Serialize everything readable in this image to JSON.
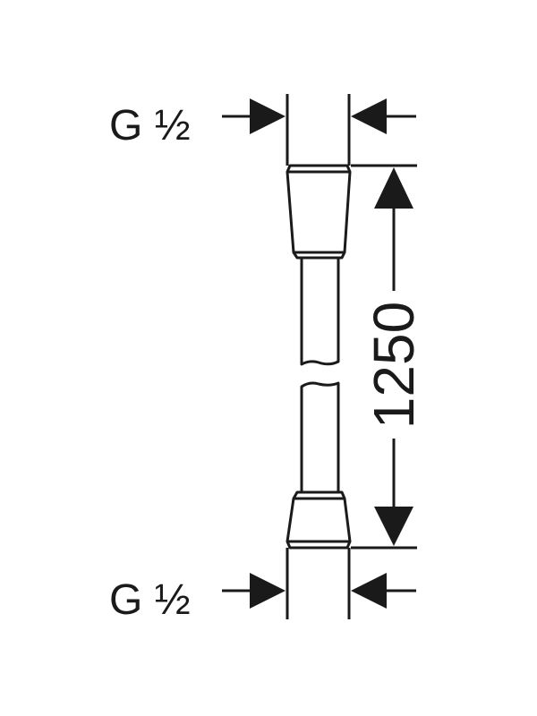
{
  "labels": {
    "thread_top": "G ½",
    "thread_bottom": "G ½",
    "length": "1250"
  },
  "colors": {
    "line": "#1a1a1a",
    "background": "#ffffff"
  }
}
